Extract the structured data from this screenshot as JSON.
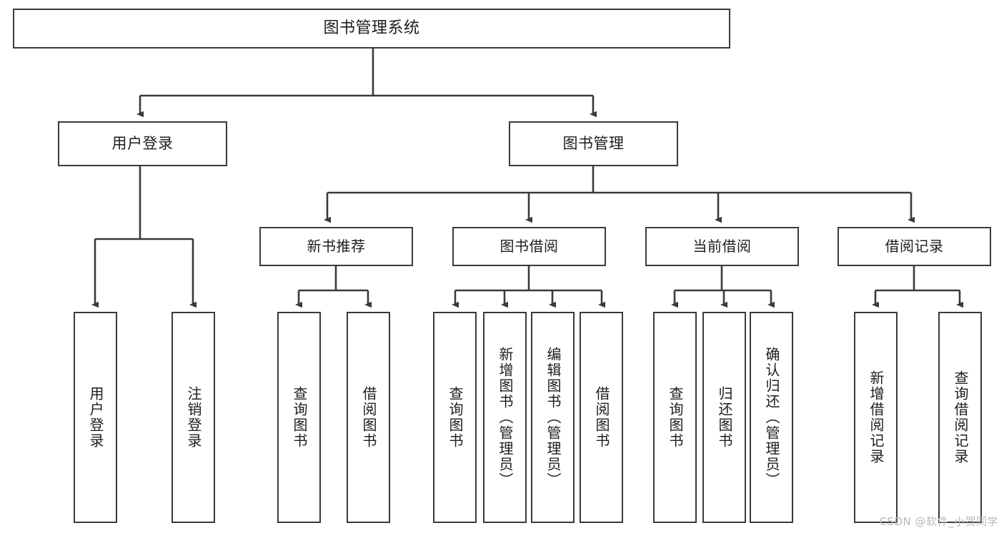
{
  "diagram": {
    "title": "图书管理系统",
    "type": "tree-hierarchy-chart",
    "watermark": "CSDN @软件_小贺同学",
    "stroke_color": "#3a3a3a",
    "fill_color": "#ffffff",
    "text_color": "#1d1d1d",
    "watermark_color": "#b8b8b8"
  },
  "nodes": {
    "root": {
      "label": "图书管理系统"
    },
    "level2": [
      {
        "id": "user-login",
        "label": "用户登录"
      },
      {
        "id": "book-manage",
        "label": "图书管理"
      }
    ],
    "level3": [
      {
        "id": "new-book-recommend",
        "label": "新书推荐"
      },
      {
        "id": "book-borrow",
        "label": "图书借阅"
      },
      {
        "id": "current-borrow",
        "label": "当前借阅"
      },
      {
        "id": "borrow-record",
        "label": "借阅记录"
      }
    ],
    "leaves": {
      "user_login": [
        {
          "id": "leaf-user-login",
          "label": "用户登录"
        },
        {
          "id": "leaf-logout-login",
          "label": "注销登录"
        }
      ],
      "new_book_recommend": [
        {
          "id": "leaf-query-book-1",
          "label": "查询图书"
        },
        {
          "id": "leaf-borrow-book-1",
          "label": "借阅图书"
        }
      ],
      "book_borrow": [
        {
          "id": "leaf-query-book-2",
          "label": "查询图书"
        },
        {
          "id": "leaf-add-book",
          "label": "新增图书（管理员）"
        },
        {
          "id": "leaf-edit-book",
          "label": "编辑图书（管理员）"
        },
        {
          "id": "leaf-borrow-book-2",
          "label": "借阅图书"
        }
      ],
      "current_borrow": [
        {
          "id": "leaf-query-book-3",
          "label": "查询图书"
        },
        {
          "id": "leaf-return-book",
          "label": "归还图书"
        },
        {
          "id": "leaf-confirm-return",
          "label": "确认归还（管理员）"
        }
      ],
      "borrow_record": [
        {
          "id": "leaf-add-borrow-record",
          "label": "新增借阅记录"
        },
        {
          "id": "leaf-query-borrow-record",
          "label": "查询借阅记录"
        }
      ]
    }
  }
}
